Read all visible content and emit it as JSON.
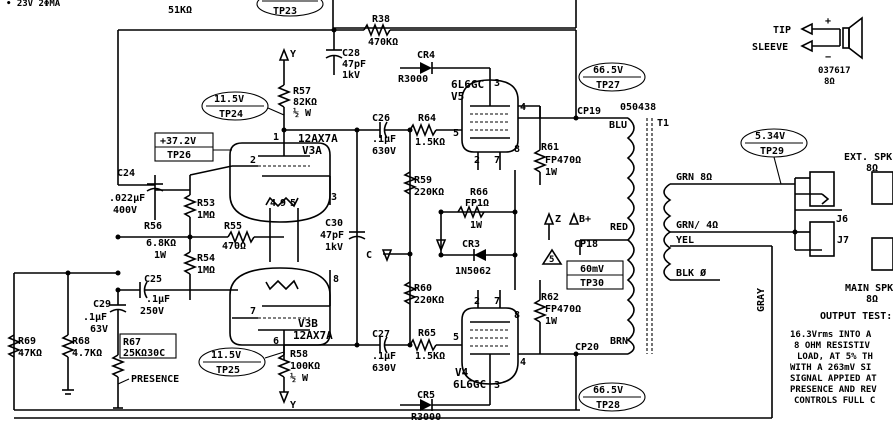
{
  "header_fragments": {
    "top_left_note": "• 23V 2ΦMA",
    "top_resistor_value": "51KΩ"
  },
  "test_points": [
    {
      "id": "TP23",
      "voltage": ""
    },
    {
      "id": "TP24",
      "voltage": "11.5V"
    },
    {
      "id": "TP26",
      "voltage": "+37.2V"
    },
    {
      "id": "TP25",
      "voltage": "11.5V"
    },
    {
      "id": "TP27",
      "voltage": "66.5V"
    },
    {
      "id": "TP28",
      "voltage": "66.5V"
    },
    {
      "id": "TP30",
      "voltage": "60mV"
    },
    {
      "id": "TP29",
      "voltage": "5.34V"
    }
  ],
  "resistors": {
    "r38": {
      "name": "R38",
      "value": "470KΩ"
    },
    "r57": {
      "name": "R57",
      "value": "82KΩ",
      "rating": "½ W"
    },
    "r53": {
      "name": "R53",
      "value": "1MΩ"
    },
    "r56": {
      "name": "R56",
      "value": "6.8KΩ",
      "rating": "1W"
    },
    "r55": {
      "name": "R55",
      "value": "470Ω"
    },
    "r54": {
      "name": "R54",
      "value": "1MΩ"
    },
    "r69": {
      "name": "R69",
      "value": "47KΩ"
    },
    "r68": {
      "name": "R68",
      "value": "4.7KΩ"
    },
    "r67": {
      "name": "R67",
      "value": "25KΩ30C",
      "label": "PRESENCE"
    },
    "r58": {
      "name": "R58",
      "value": "100KΩ",
      "rating": "½ W"
    },
    "r64": {
      "name": "R64",
      "value": "1.5KΩ"
    },
    "r65": {
      "name": "R65",
      "value": "1.5KΩ"
    },
    "r59": {
      "name": "R59",
      "value": "220KΩ"
    },
    "r60": {
      "name": "R60",
      "value": "220KΩ"
    },
    "r66": {
      "name": "R66",
      "value": "FP1Ω",
      "rating": "1W"
    },
    "r61": {
      "name": "R61",
      "value": "FP470Ω",
      "rating": "1W"
    },
    "r62": {
      "name": "R62",
      "value": "FP470Ω",
      "rating": "1W"
    }
  },
  "capacitors": {
    "c28": {
      "name": "C28",
      "value": "47pF",
      "rating": "1kV"
    },
    "c24": {
      "name": "C24",
      "value": ".022µF",
      "rating": "400V"
    },
    "c25": {
      "name": "C25",
      "value": ".1µF",
      "rating": "250V"
    },
    "c29": {
      "name": "C29",
      "value": ".1µF",
      "rating": "63V"
    },
    "c26": {
      "name": "C26",
      "value": ".1µF",
      "rating": "630V"
    },
    "c27": {
      "name": "C27",
      "value": ".1µF",
      "rating": "630V"
    },
    "c30": {
      "name": "C30",
      "value": "47pF",
      "rating": "1kV"
    }
  },
  "diodes": {
    "cr4": {
      "name": "CR4",
      "value": "R3000"
    },
    "cr5": {
      "name": "CR5",
      "value": "R3000"
    },
    "cr3": {
      "name": "CR3",
      "value": "1N5062"
    }
  },
  "tubes": {
    "v3a": {
      "type": "12AX7A",
      "name": "V3A",
      "pin_plate": "1",
      "pin_grid": "2",
      "pin_cathode": "3",
      "heater_pins": [
        "4",
        "9",
        "5"
      ]
    },
    "v3b": {
      "type": "12AX7A",
      "name": "V3B",
      "pin_plate": "6",
      "pin_grid": "7",
      "pin_cathode": "8"
    },
    "v5": {
      "type": "6L6GC",
      "name": "V5",
      "pins": [
        "3",
        "4",
        "5",
        "2",
        "7",
        "8"
      ]
    },
    "v4": {
      "type": "6L6GC",
      "name": "V4",
      "pins": [
        "3",
        "4",
        "5",
        "2",
        "7",
        "8"
      ]
    }
  },
  "transformer": {
    "name": "T1",
    "part": "050438",
    "primary": [
      {
        "cp": "CP19",
        "wire": "BLU"
      },
      {
        "cp": "CP18",
        "wire": "RED"
      },
      {
        "cp": "CP20",
        "wire": "BRN"
      }
    ],
    "secondary": [
      "GRN 8Ω",
      "GRN/ 4Ω",
      "YEL",
      "BLK Ø"
    ],
    "gray_wire": "GRAY"
  },
  "supplies": {
    "y": "Y",
    "z": "Z",
    "b_plus": "B+",
    "c": "C",
    "triangle": "5"
  },
  "jacks": {
    "tip": "TIP",
    "sleeve": "SLEEVE",
    "speaker_part": "037617",
    "speaker_imp": "8Ω",
    "j6": "J6",
    "j7": "J7",
    "ext": "EXT. SPK",
    "ext_imp": "8Ω",
    "main": "MAIN SPK",
    "main_imp": "8Ω",
    "plus": "+",
    "minus": "−"
  },
  "output_test": {
    "title": "OUTPUT TEST:",
    "lines": [
      "16.3Vrms INTO A",
      "8 OHM RESISTIV",
      "LOAD, AT 5% TH",
      "WITH A 263mV SI",
      "SIGNAL APPIED AT",
      "PRESENCE AND REV",
      "CONTROLS FULL C"
    ]
  }
}
